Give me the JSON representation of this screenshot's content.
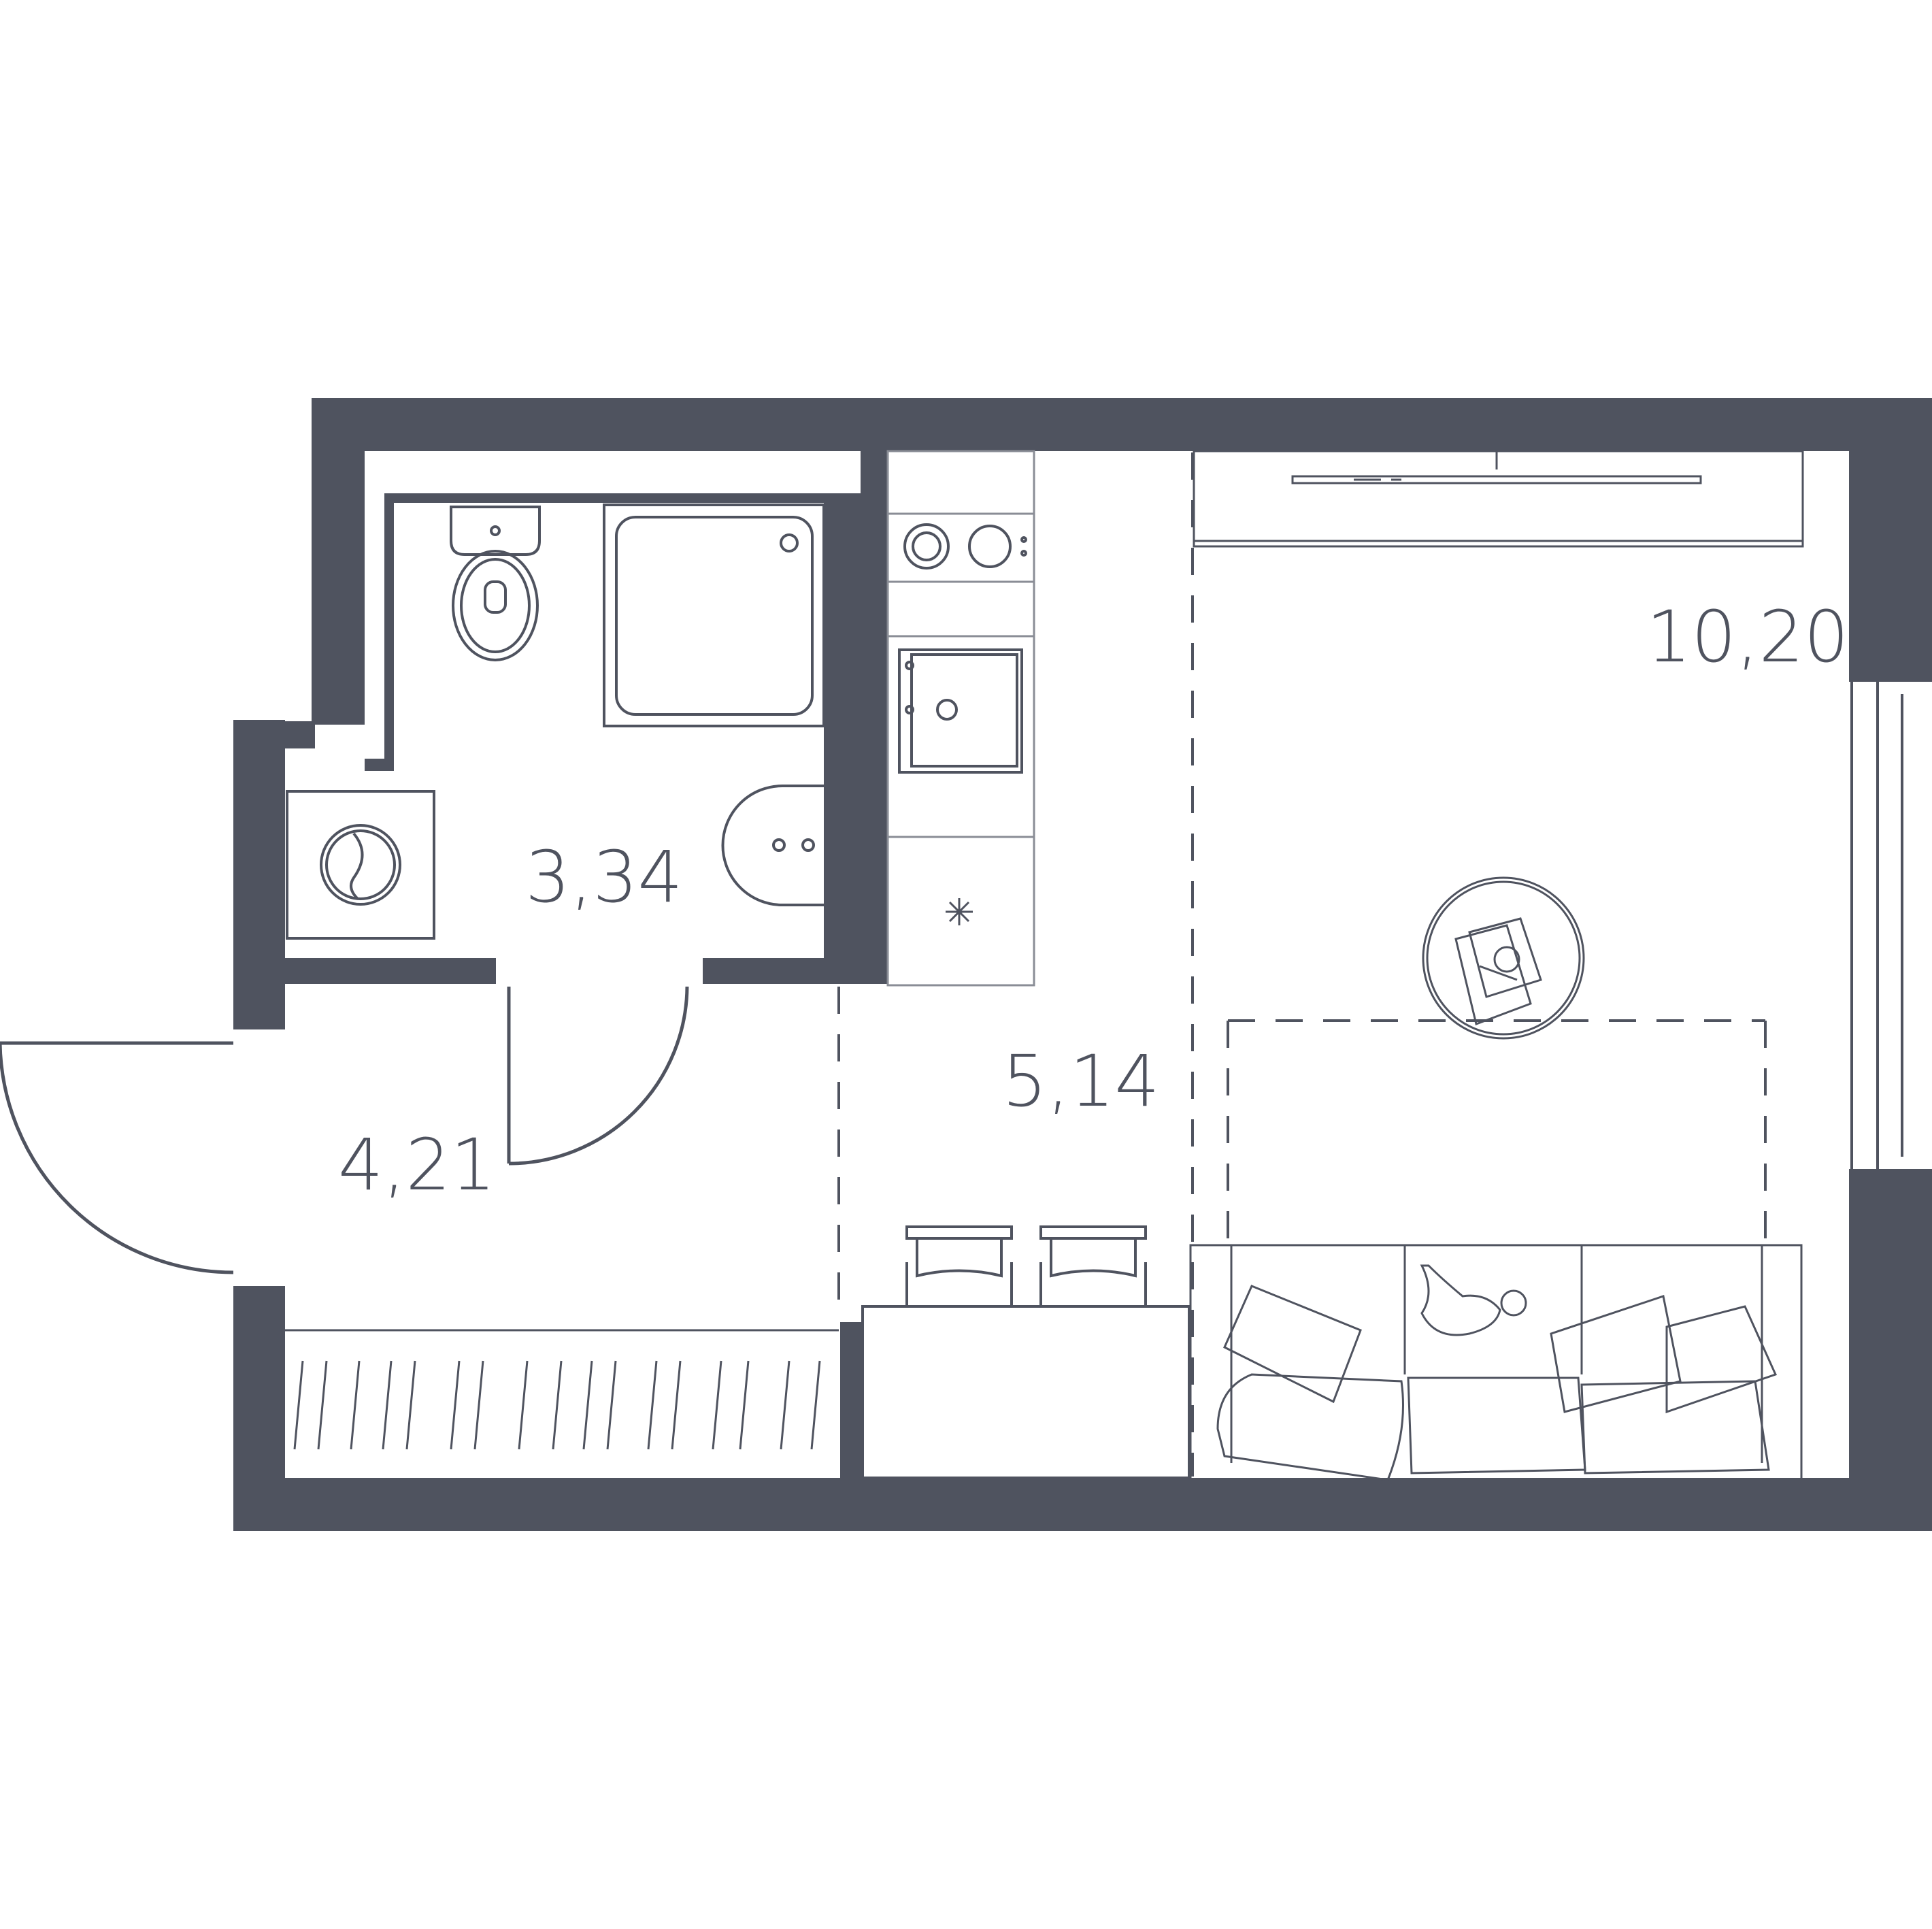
{
  "colors": {
    "wall": "#4f535f",
    "line": "#4f535f",
    "thin": "#8a8d96",
    "background": "#ffffff"
  },
  "rooms": {
    "bathroom": {
      "area": "3,34"
    },
    "hall": {
      "area": "4,21"
    },
    "kitchen": {
      "area": "5,14"
    },
    "living": {
      "area": "10,20"
    }
  },
  "icons": {
    "toilet": "toilet-icon",
    "shower": "shower-tray-icon",
    "sink": "washbasin-icon",
    "washer": "washing-machine-icon",
    "stove": "hob-icon",
    "kitchen_sink": "kitchen-sink-icon",
    "fridge": "fridge-icon",
    "tv": "tv-icon",
    "sofa": "sofa-icon",
    "table": "dining-table-icon",
    "coffee_table": "coffee-table-icon",
    "wardrobe": "wardrobe-icon"
  }
}
